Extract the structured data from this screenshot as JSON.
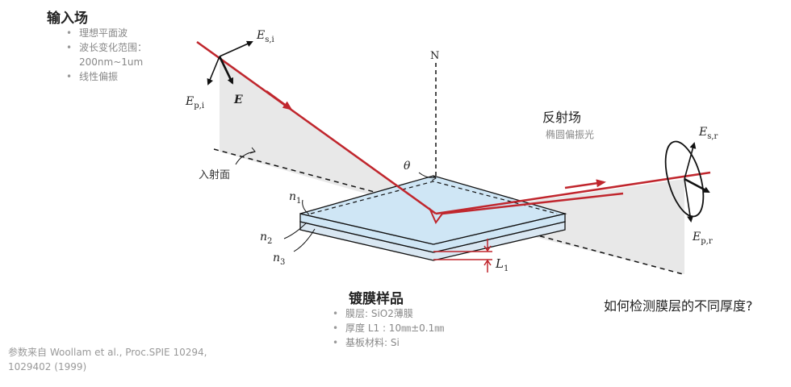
{
  "input_field": {
    "title": "输入场",
    "bullets": [
      "理想平面波",
      "波长变化范围：",
      "线性偏振"
    ],
    "range_text": "200nm~1um"
  },
  "reflected_field": {
    "title": "反射场",
    "subtitle": "椭圆偏振光"
  },
  "sample": {
    "title": "镀膜样品",
    "bullets": [
      "膜层: SiO2薄膜",
      "厚度 L1 : 10㎜±0.1㎜",
      "基板材料: Si"
    ]
  },
  "labels": {
    "normal": "N",
    "theta": "θ",
    "incidence_plane": "入射面",
    "e_vec": "E",
    "es_i": "E",
    "es_i_sub": "s,i",
    "ep_i": "E",
    "ep_i_sub": "p,i",
    "es_r": "E",
    "es_r_sub": "s,r",
    "ep_r": "E",
    "ep_r_sub": "p,r",
    "n1": "n",
    "n1_sub": "1",
    "n2": "n",
    "n2_sub": "2",
    "n3": "n",
    "n3_sub": "3",
    "l1": "L",
    "l1_sub": "1"
  },
  "question": "如何检测膜层的不同厚度?",
  "citation": "参数来自 Woollam et al., Proc.SPIE 10294, 1029402 (1999)",
  "colors": {
    "beam": "#c0262d",
    "film": "#cfe6f5",
    "plane": "#e8e8e8"
  }
}
